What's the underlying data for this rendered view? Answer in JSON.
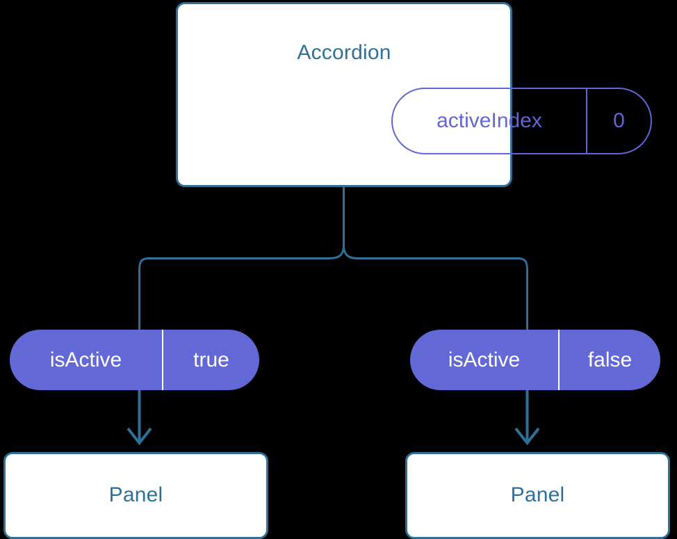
{
  "diagram": {
    "type": "component-tree",
    "background_color": "#000000",
    "colors": {
      "box_border": "#2e7098",
      "box_fill": "#ffffff",
      "title_text": "#2e7098",
      "connector": "#2e7098",
      "pill_outline": "#6366d6",
      "pill_fill": "#6268d6",
      "pill_filled_text": "#ffffff"
    },
    "root": {
      "title": "Accordion",
      "state_pill": {
        "key": "activeIndex",
        "value": "0",
        "style": "outlined"
      }
    },
    "branches": [
      {
        "side": "left",
        "prop_pill": {
          "key": "isActive",
          "value": "true",
          "style": "filled"
        },
        "child": {
          "title": "Panel"
        }
      },
      {
        "side": "right",
        "prop_pill": {
          "key": "isActive",
          "value": "false",
          "style": "filled"
        },
        "child": {
          "title": "Panel"
        }
      }
    ]
  }
}
